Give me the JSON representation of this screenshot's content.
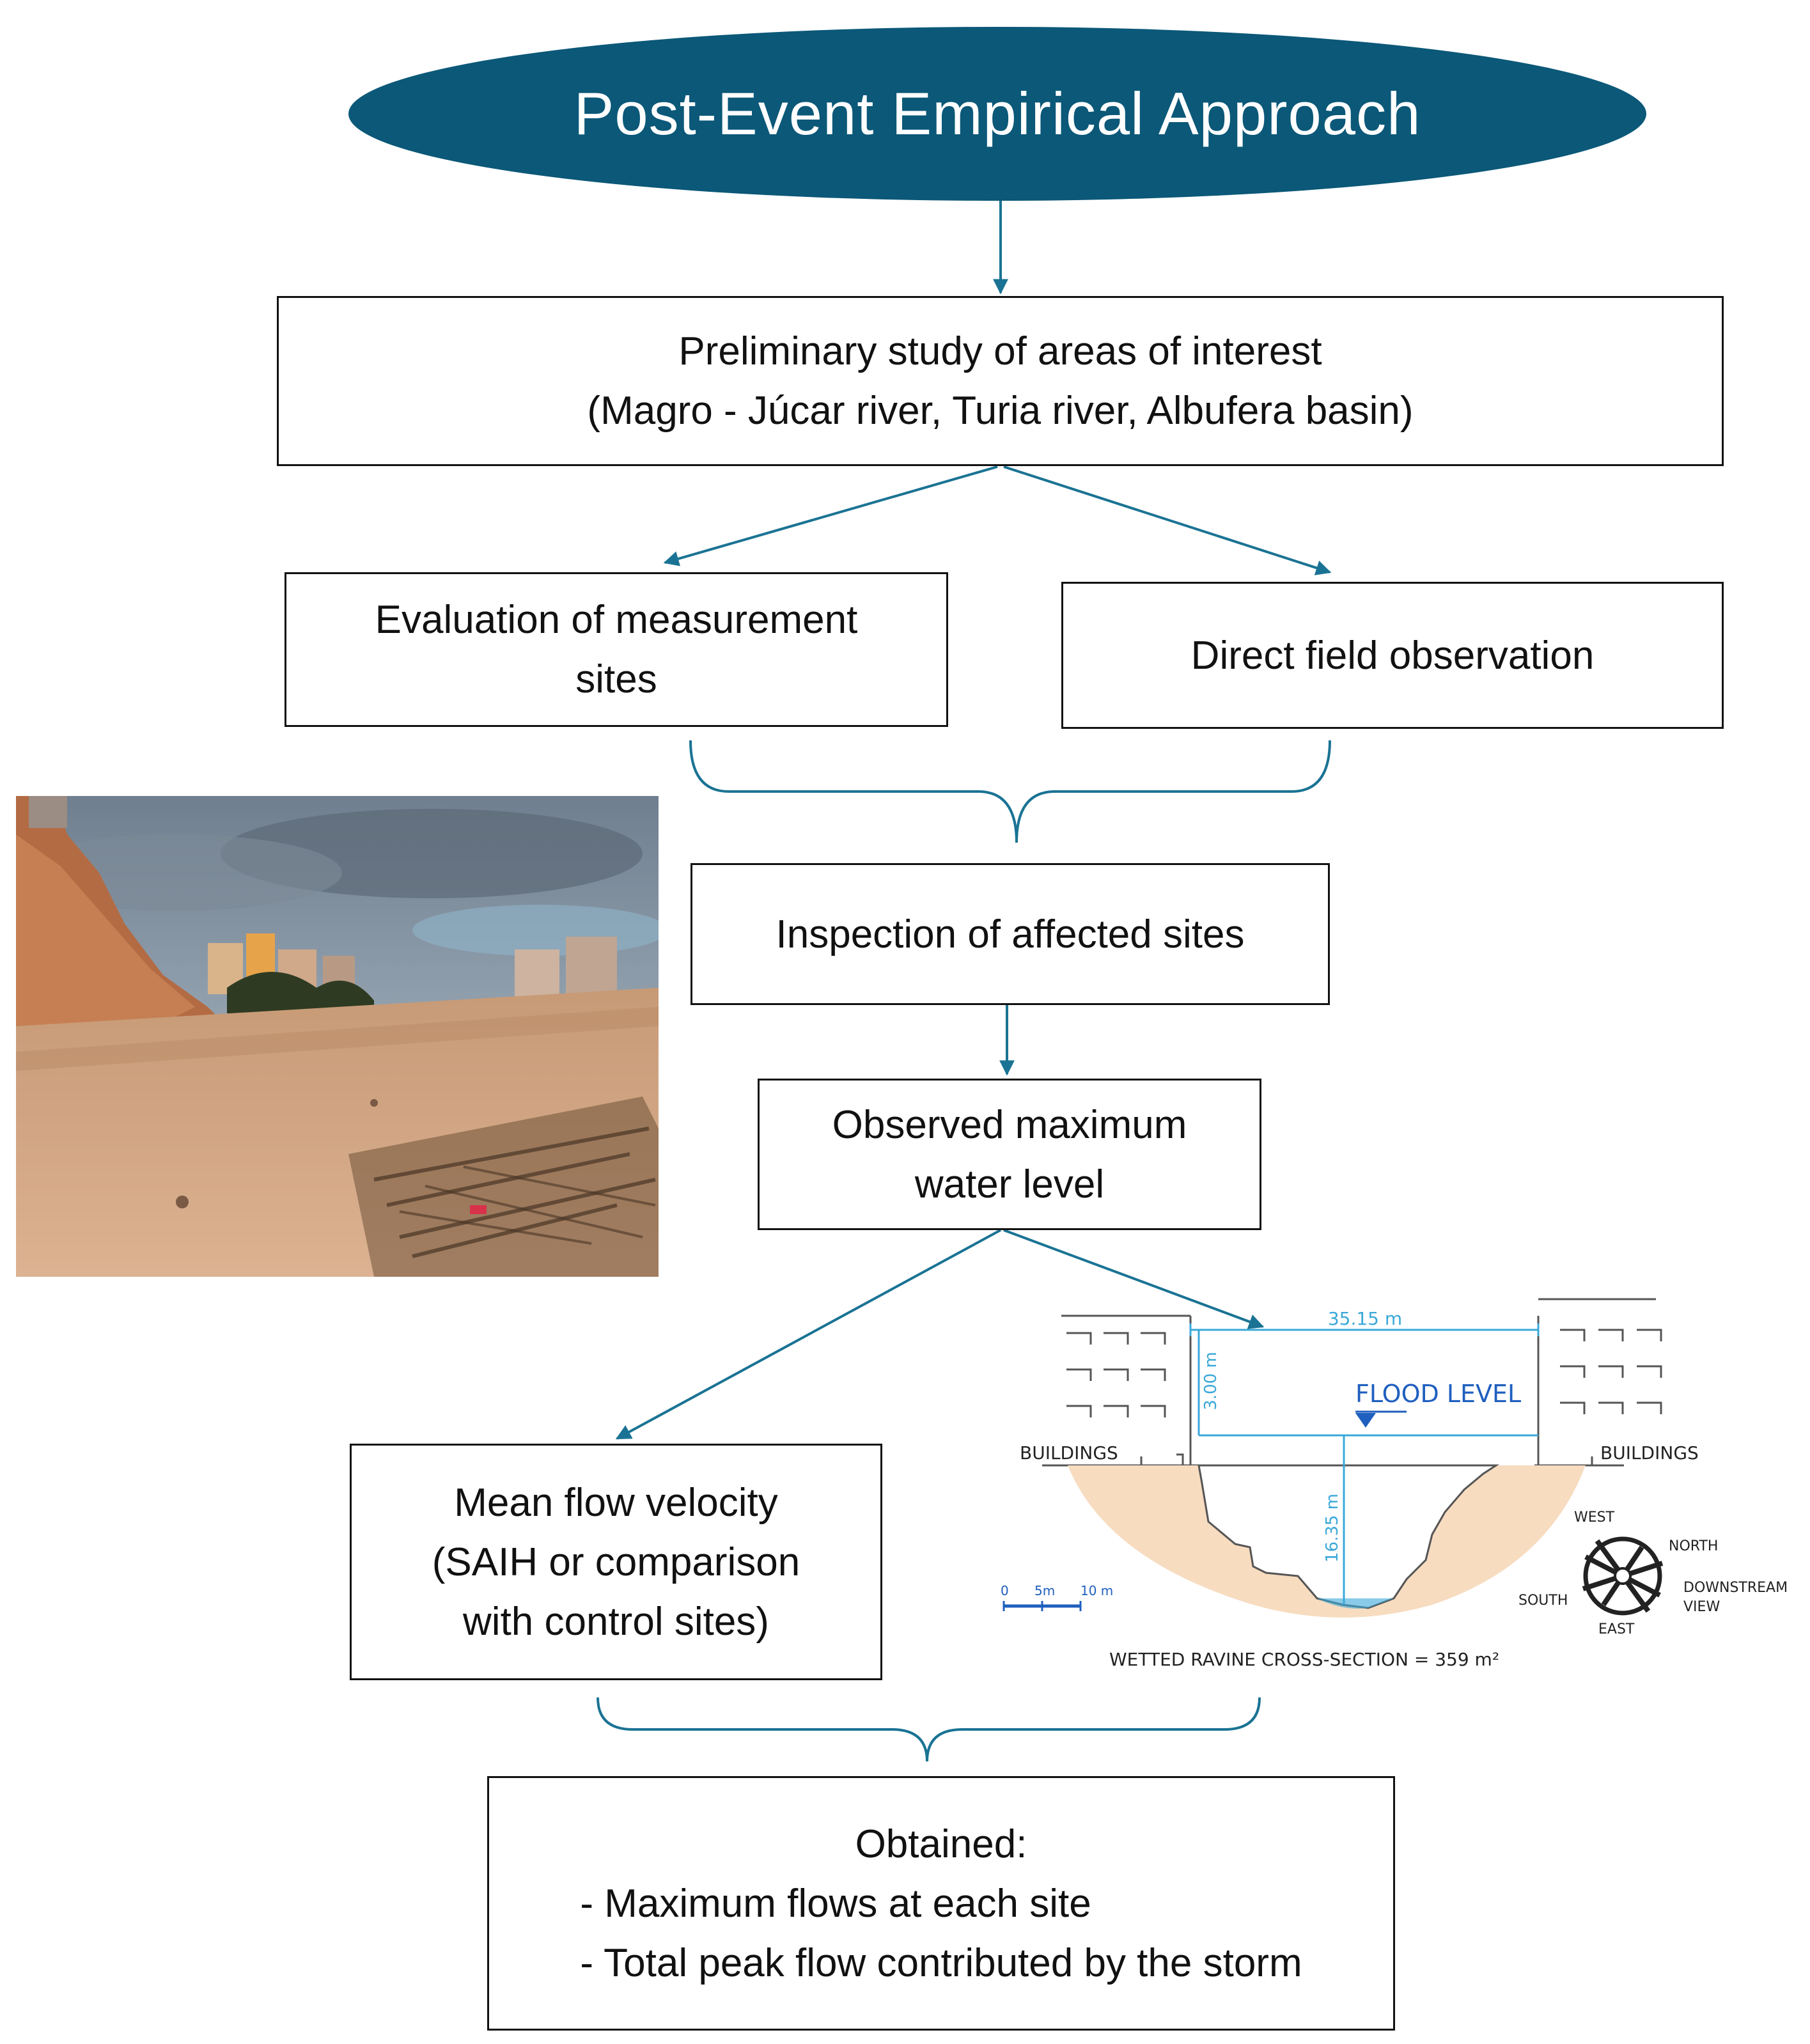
{
  "title": "Post-Event Empirical Approach",
  "nodes": {
    "preliminary": {
      "line1": "Preliminary study of areas of interest",
      "line2": "(Magro - Júcar river, Turia river, Albufera basin)"
    },
    "evaluation": {
      "line1": "Evaluation of measurement",
      "line2": "sites"
    },
    "field": {
      "line1": "Direct field observation"
    },
    "inspection": {
      "line1": "Inspection of affected sites"
    },
    "observed": {
      "line1": "Observed maximum",
      "line2": "water level"
    },
    "velocity": {
      "line1": "Mean flow velocity",
      "line2": "(SAIH or comparison",
      "line3": "with control sites)"
    },
    "obtained": {
      "line1": "Obtained:",
      "line2": "- Maximum flows at each site",
      "line3": "- Total peak flow contributed by the storm"
    }
  },
  "cross_section": {
    "width_label": "35.15 m",
    "height_label": "3.00 m",
    "depth_label": "16.35 m",
    "flood_level": "FLOOD LEVEL",
    "buildings_left": "BUILDINGS",
    "buildings_right": "BUILDINGS",
    "scale_0": "0",
    "scale_5": "5m",
    "scale_10": "10 m",
    "compass_west": "WEST",
    "compass_north": "NORTH",
    "compass_south": "SOUTH",
    "compass_east": "EAST",
    "downstream_1": "DOWNSTREAM",
    "downstream_2": "VIEW",
    "area_label": "WETTED RAVINE CROSS-SECTION = 359 m²"
  },
  "colors": {
    "ellipse": "#0b5878",
    "arrow": "#1a7394",
    "dimension": "#3aa8d8",
    "soil": "#f7dcc0"
  }
}
